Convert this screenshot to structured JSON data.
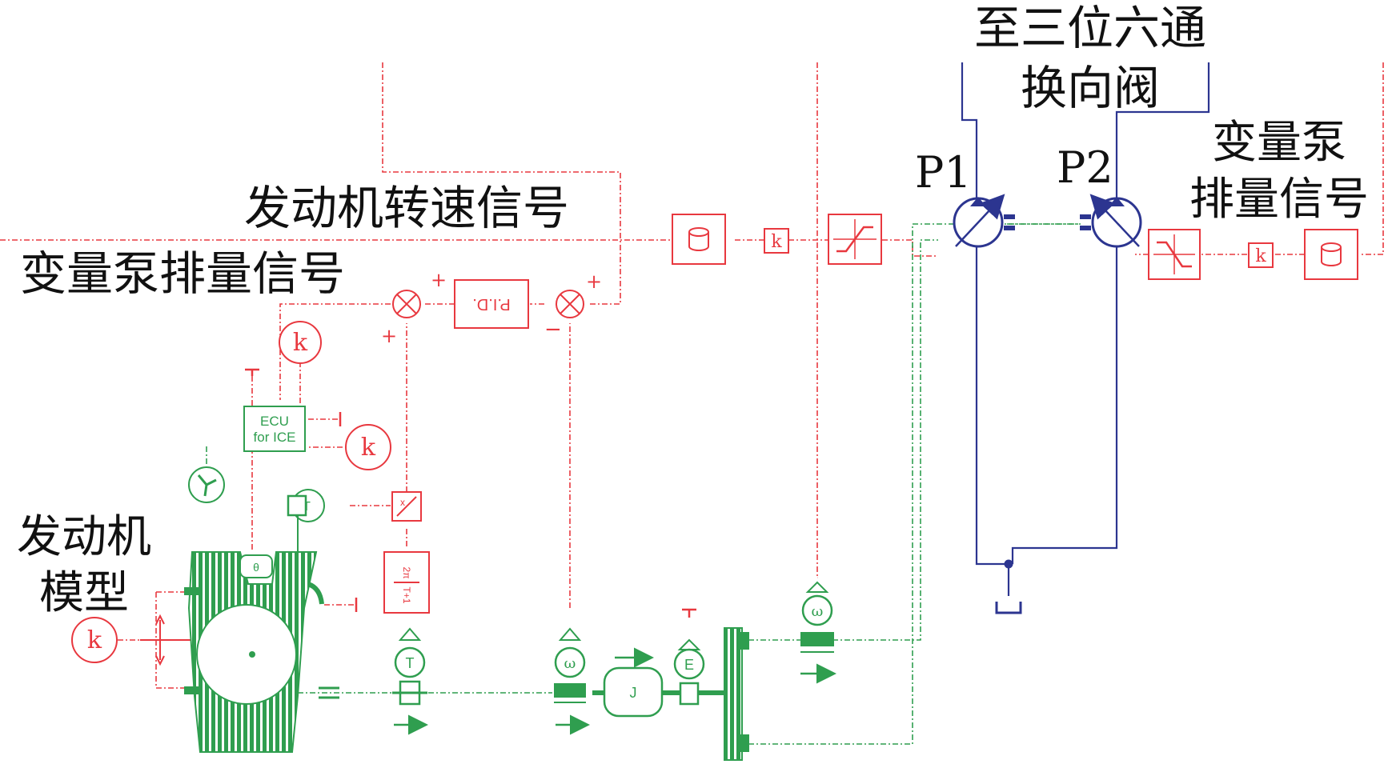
{
  "labels": {
    "top_right_line1": "至三位六通",
    "top_right_line2": "换向阀",
    "engine_speed_signal": "发动机转速信号",
    "pump_disp_signal_left": "变量泵排量信号",
    "pump_disp_signal_right_line1": "变量泵",
    "pump_disp_signal_right_line2": "排量信号",
    "engine_model_line1": "发动机",
    "engine_model_line2": "模型",
    "pump_p1": "P1",
    "pump_p2": "P2"
  },
  "blocks": {
    "pid": "P.I.D.",
    "ecu_line1": "ECU",
    "ecu_line2": "for ICE",
    "gain": "k",
    "plus": "+",
    "minus": "−",
    "omega": "ω",
    "torque": "T",
    "energy": "E",
    "theta": "θ",
    "inertia": "J"
  },
  "colors": {
    "signal_red": "#e8383f",
    "mechanical_green": "#2f9e4f",
    "hydraulic_blue": "#2c3590",
    "text": "#111111"
  }
}
